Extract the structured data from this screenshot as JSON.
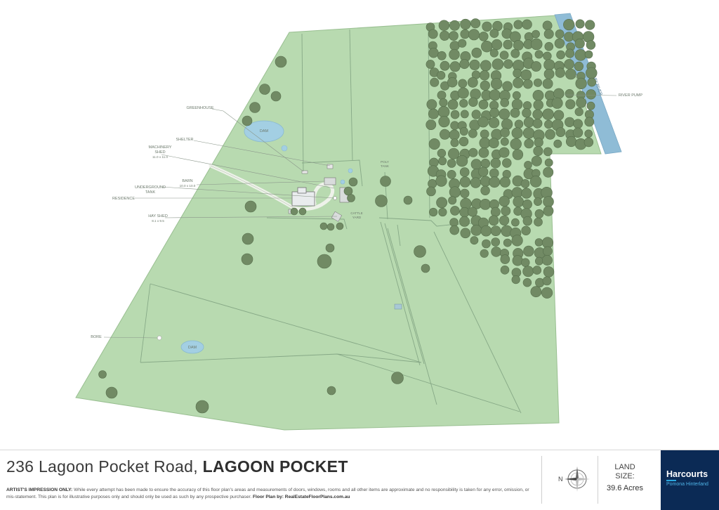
{
  "map": {
    "labels": {
      "greenhouse": "GREENHOUSE",
      "shelter": "SHELTER",
      "machinery_shed": "MACHINERY",
      "machinery_shed_2": "SHED",
      "machinery_shed_dims": "11.0 x 11.0",
      "barn": "BARN",
      "barn_dims": "10.0 x 10.0",
      "underground_tank": "UNDERGROUND",
      "underground_tank_2": "TANK",
      "residence": "RESIDENCE",
      "hay_shed": "HAY SHED",
      "hay_shed_dims": "8.1 x 9.5",
      "bore": "BORE",
      "dam_upper": "DAM",
      "dam_lower": "DAM",
      "poly_tank": "POLY",
      "poly_tank_2": "TANK",
      "cattle_yard": "CATTLE",
      "cattle_yard_2": "YARD",
      "river_pump": "RIVER PUMP",
      "mary_river": "MARY RIVER"
    },
    "colors": {
      "land": "#b8dab0",
      "land_edge": "#99bf91",
      "tree": "#718a64",
      "tree_dark": "#566e4c",
      "water": "#a3cfe3",
      "river": "#8fbcd6"
    }
  },
  "footer": {
    "address_street": "236 Lagoon Pocket Road,",
    "address_suburb": "LAGOON POCKET",
    "disclaimer_head": "ARTIST'S IMPRESSION ONLY:",
    "disclaimer_body": " While every attempt has been made to ensure the accuracy of this floor plan's areas and measurements of doors, windows, rooms and all other items are approximate and no responsibility is taken for any error, omission, or mis-statement. This plan is for illustrative purposes only and should only be used as such by any prospective purchaser.",
    "disclaimer_credit_label": " Floor Plan by:",
    "disclaimer_credit": " RealEstateFloorPlans.com.au",
    "compass_letter": "N",
    "land_label_1": "LAND",
    "land_label_2": "SIZE:",
    "land_size": "39.6 Acres",
    "brand_name": "Harcourts",
    "brand_office": "Pomona Hinterland"
  }
}
